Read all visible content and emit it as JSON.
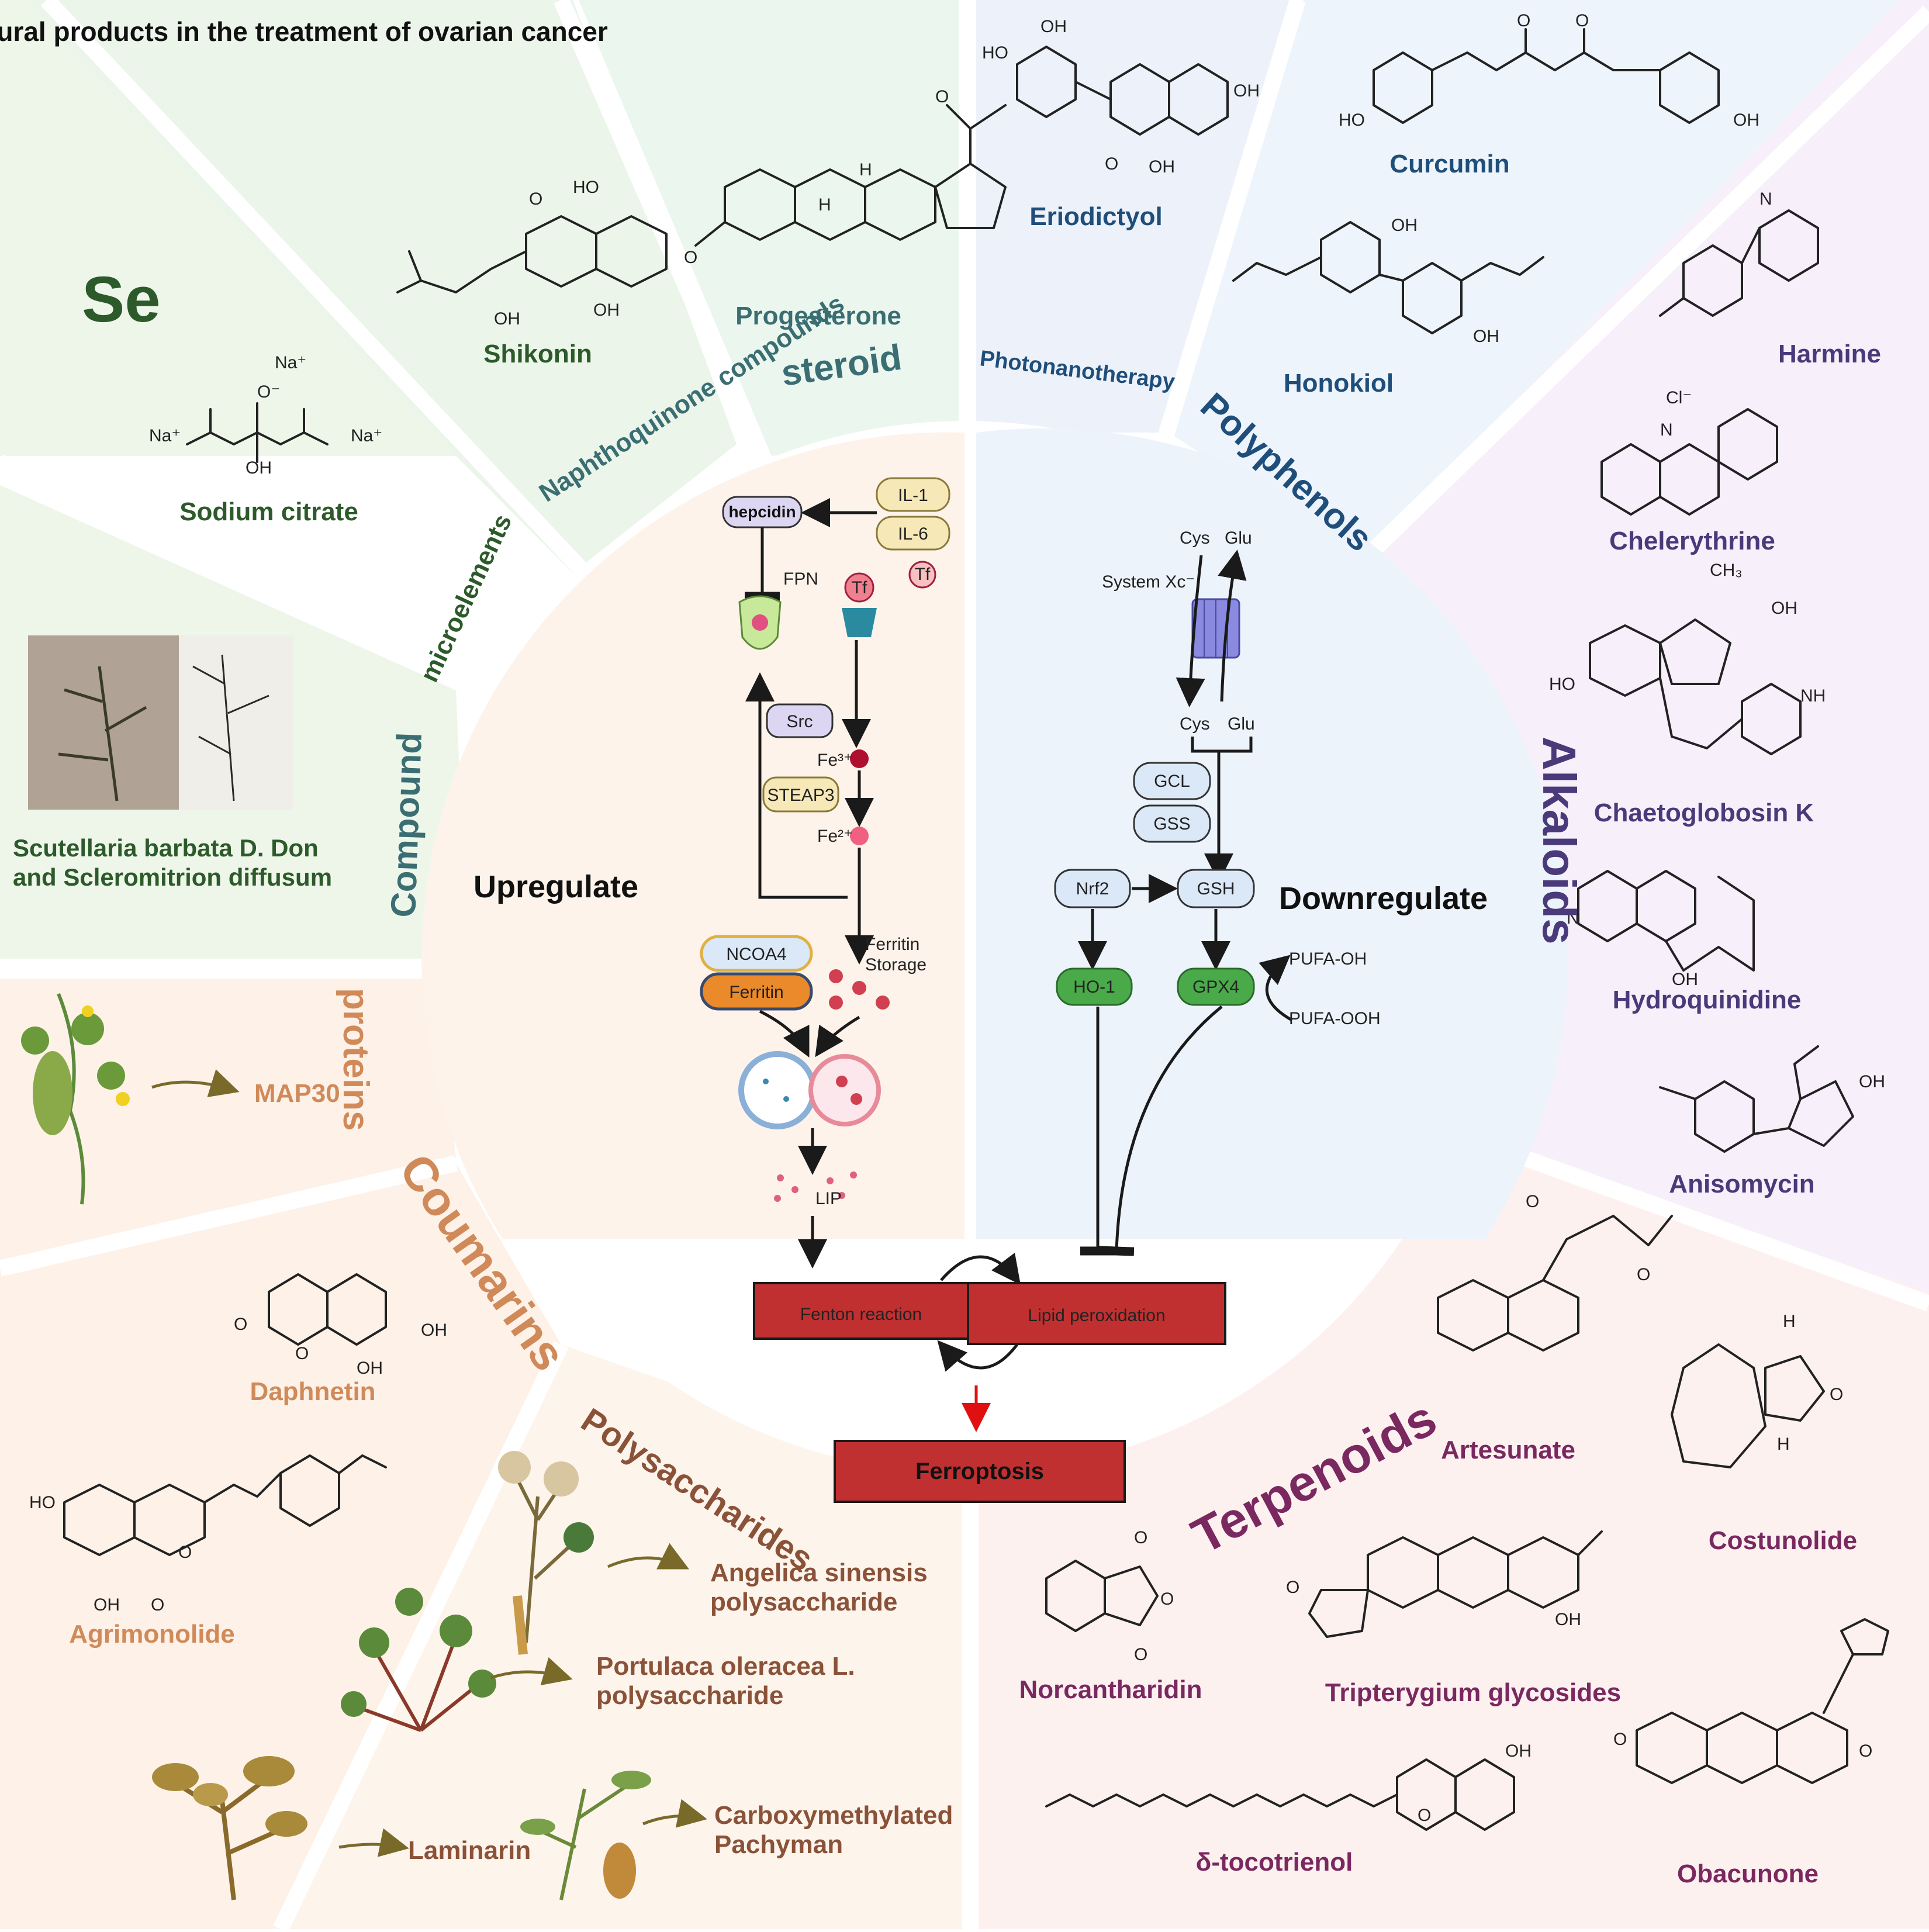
{
  "title": "Natural products in the treatment of ovarian cancer",
  "categories": {
    "microelements": "microelements",
    "naphthoquinone": "Naphthoquinone compounds",
    "steroid": "steroid",
    "photonanotherapy": "Photonanotherapy",
    "polyphenols": "Polyphenols",
    "alkaloids": "Alkaloids",
    "terpenoids": "Terpenoids",
    "polysaccharides": "Polysaccharides",
    "coumarins": "Coumarins",
    "proteins": "proteins",
    "compound": "Compound"
  },
  "compounds": {
    "se": "Se",
    "sodium_citrate": "Sodium citrate",
    "shikonin": "Shikonin",
    "progesterone": "Progesterone",
    "eriodictyol": "Eriodictyol",
    "curcumin": "Curcumin",
    "honokiol": "Honokiol",
    "harmine": "Harmine",
    "chelerythrine": "Chelerythrine",
    "chaetoglobosin": "Chaetoglobosin K",
    "hydroquinidine": "Hydroquinidine",
    "anisomycin": "Anisomycin",
    "artesunate": "Artesunate",
    "costunolide": "Costunolide",
    "norcantharidin": "Norcantharidin",
    "tripterygium": "Tripterygium glycosides",
    "tocotrienol": "δ-tocotrienol",
    "obacunone": "Obacunone",
    "angelica_1": "Angelica sinensis",
    "angelica_2": "polysaccharide",
    "portulaca_1": "Portulaca oleracea L.",
    "portulaca_2": "polysaccharide",
    "laminarin": "Laminarin",
    "pachyman_1": "Carboxymethylated",
    "pachyman_2": "Pachyman",
    "daphnetin": "Daphnetin",
    "agrimonolide": "Agrimonolide",
    "map30": "MAP30",
    "scutellaria_1": "Scutellaria barbata D. Don",
    "scutellaria_2": "and Scleromitrion diffusum"
  },
  "pathway": {
    "upregulate": "Upregulate",
    "downregulate": "Downregulate",
    "hepcidin": "hepcidin",
    "il1": "IL-1",
    "il6": "IL-6",
    "fpn": "FPN",
    "tf": "Tf",
    "src": "Src",
    "steap3": "STEAP3",
    "fe3": "Fe³⁺",
    "fe2": "Fe²⁺",
    "ncoa4": "NCOA4",
    "ferritin": "Ferritin",
    "ferritin_storage_1": "Ferritin",
    "ferritin_storage_2": "Storage",
    "lip": "LIP",
    "system_xc": "System Xc⁻",
    "cys": "Cys",
    "glu": "Glu",
    "gcl": "GCL",
    "gss": "GSS",
    "gsh": "GSH",
    "nrf2": "Nrf2",
    "ho1": "HO-1",
    "gpx4": "GPX4",
    "pufa_oh": "PUFA-OH",
    "pufa_ooh": "PUFA-OOH",
    "fenton": "Fenton reaction",
    "lipid_perox": "Lipid peroxidation",
    "ferroptosis": "Ferroptosis"
  },
  "atoms": {
    "na": "Na⁺",
    "o_minus": "O⁻",
    "oh": "OH",
    "ho": "HO",
    "o": "O",
    "h": "H",
    "n": "N",
    "nh": "NH",
    "cl": "Cl⁻",
    "ch3": "CH₃"
  },
  "colors": {
    "green_dark": "#2d5a2a",
    "teal": "#3b6e73",
    "blue": "#1f4e7a",
    "purple": "#4a3a7a",
    "magenta": "#7a2860",
    "brown": "#8a5238",
    "orange": "#d08a5a",
    "red_box": "#c03030"
  }
}
